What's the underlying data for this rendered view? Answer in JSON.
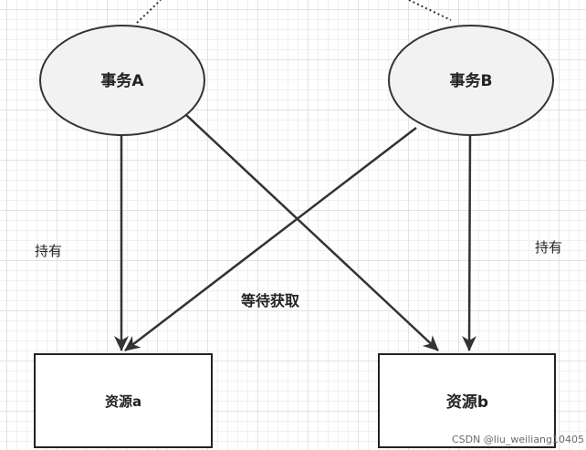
{
  "nodes": {
    "transaction_a": "事务A",
    "transaction_b": "事务B",
    "resource_a": "资源a",
    "resource_b": "资源b"
  },
  "edge_labels": {
    "hold_left": "持有",
    "hold_right": "持有",
    "wait_acquire": "等待获取"
  },
  "watermark": "CSDN @liu_weiliang10405",
  "colors": {
    "stroke": "#333333",
    "ellipse_fill": "#f2f2f2",
    "rect_fill": "#ffffff",
    "grid": "#e2e2e2"
  }
}
